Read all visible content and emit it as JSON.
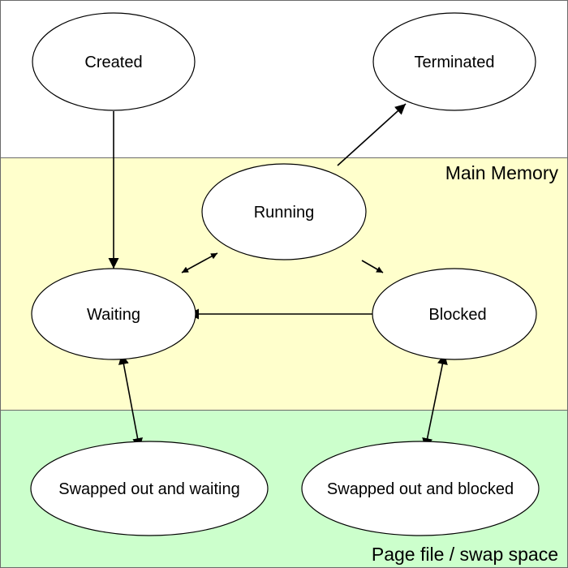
{
  "colors": {
    "top_region": "#ffffff",
    "main_memory_region": "#ffffcc",
    "swap_region": "#ccffcc",
    "region_border": "#6b6b6b",
    "state_fill": "#ffffff",
    "state_stroke": "#000000",
    "arrow": "#000000"
  },
  "regions": {
    "main_memory": "Main Memory",
    "swap": "Page file / swap space"
  },
  "states": {
    "created": "Created",
    "terminated": "Terminated",
    "running": "Running",
    "waiting": "Waiting",
    "blocked": "Blocked",
    "swapped_waiting": "Swapped out and waiting",
    "swapped_blocked": "Swapped out and blocked"
  },
  "transitions": [
    {
      "from": "Created",
      "to": "Waiting",
      "direction": "one-way"
    },
    {
      "from": "Running",
      "to": "Terminated",
      "direction": "one-way"
    },
    {
      "from": "Waiting",
      "to": "Running",
      "direction": "two-way"
    },
    {
      "from": "Running",
      "to": "Blocked",
      "direction": "one-way"
    },
    {
      "from": "Blocked",
      "to": "Waiting",
      "direction": "one-way"
    },
    {
      "from": "Waiting",
      "to": "Swapped out and waiting",
      "direction": "two-way"
    },
    {
      "from": "Blocked",
      "to": "Swapped out and blocked",
      "direction": "two-way"
    }
  ]
}
